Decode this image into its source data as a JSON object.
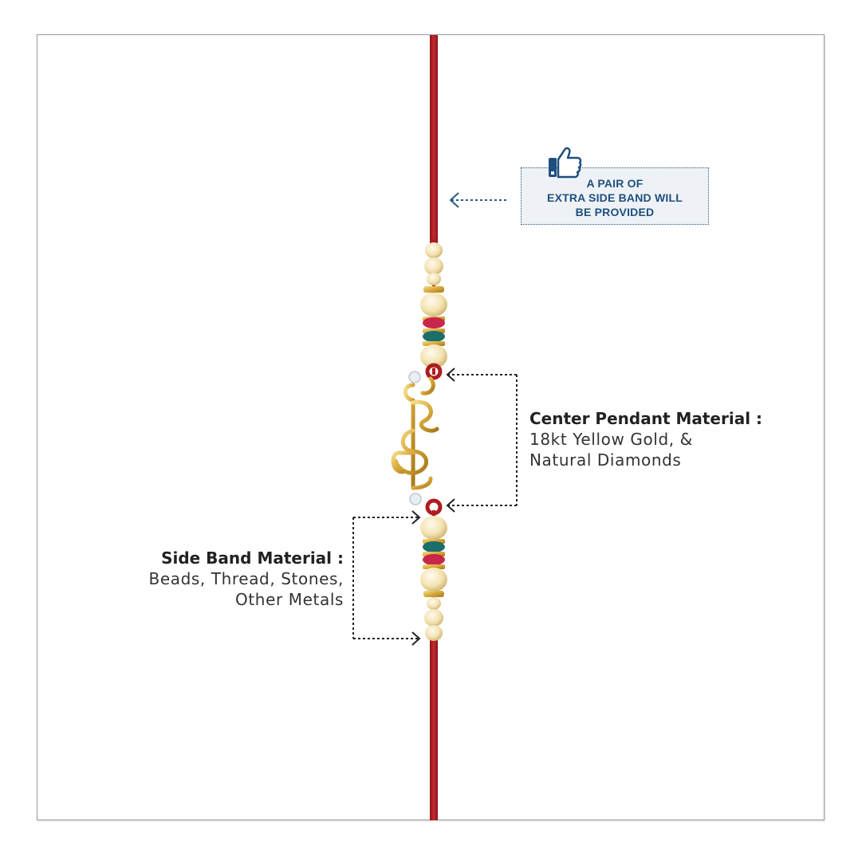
{
  "callout": {
    "line1": "A PAIR OF",
    "line2": "EXTRA SIDE BAND WILL",
    "line3": "BE PROVIDED",
    "icon": "thumbs-up-icon",
    "color": "#1f4f7f"
  },
  "pendant": {
    "heading": "Center Pendant Material :",
    "line1": "18kt Yellow Gold, &",
    "line2": "Natural Diamonds"
  },
  "side_band": {
    "heading": "Side Band Material :",
    "line1": "Beads, Thread, Stones,",
    "line2": "Other Metals"
  },
  "colors": {
    "thread": "#b01c22",
    "gold": "#e8c56a",
    "bead": "#f3e3b1",
    "accent_blue": "#1f4f7f"
  }
}
